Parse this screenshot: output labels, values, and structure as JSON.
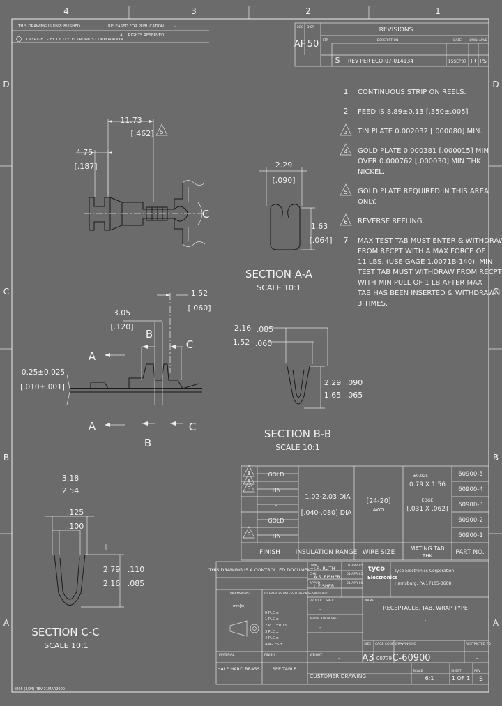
{
  "border": {
    "zones_top": [
      "4",
      "3",
      "2",
      "1"
    ],
    "zones_side": [
      "D",
      "C",
      "B",
      "A"
    ]
  },
  "header": {
    "line1": "THIS DRAWING IS UNPUBLISHED.",
    "line1b": "RELEASED FOR PUBLICATION",
    "line1c": "-",
    "line2": "COPYRIGHT   -   BY TYCO ELECTRONICS CORPORATION.",
    "line2b": "ALL RIGHTS RESERVED."
  },
  "revisions": {
    "title": "REVISIONS",
    "loc_label": "LOC",
    "loc_value": "AF",
    "dist_label": "DIST",
    "dist_value": "50",
    "col_ltr": "LTR",
    "col_desc": "DESCRIPTION",
    "col_date": "DATE",
    "col_dwn": "DWN",
    "col_apvd": "APVD",
    "row": {
      "ltr": "S",
      "desc": "REV PER ECO-07-014134",
      "date": "15SEP07",
      "dwn": "JR",
      "apvd": "PS"
    }
  },
  "notes": [
    {
      "num": "1",
      "flag": false,
      "text": [
        "CONTINUOUS STRIP ON REELS."
      ]
    },
    {
      "num": "2",
      "flag": false,
      "text": [
        "FEED IS 8.89±0.13 [.350±.005]"
      ]
    },
    {
      "num": "3",
      "flag": true,
      "text": [
        "TIN PLATE 0.002032 [.000080] MIN."
      ]
    },
    {
      "num": "4",
      "flag": true,
      "text": [
        "GOLD PLATE 0.000381 [.000015] MIN",
        "OVER 0.000762 [.000030] MIN THK",
        "NICKEL."
      ]
    },
    {
      "num": "5",
      "flag": true,
      "text": [
        "GOLD PLATE REQUIRED IN THIS AREA",
        "ONLY."
      ]
    },
    {
      "num": "6",
      "flag": true,
      "text": [
        "REVERSE REELING."
      ]
    },
    {
      "num": "7",
      "flag": false,
      "text": [
        "MAX TEST TAB MUST ENTER & WITHDRAW",
        "FROM RECPT WITH A MAX FORCE OF",
        "11 LBS. (USE GAGE 1.0071B-140). MIN",
        "TEST TAB MUST WITHDRAW FROM RECPT",
        "WITH MIN PULL OF 1 LB AFTER MAX",
        "TAB HAS BEEN INSERTED & WITHDRAWN",
        "3 TIMES."
      ]
    }
  ],
  "top_view": {
    "dim_a": "11.73",
    "dim_a_in": "[.462]",
    "dim_b": "4.75",
    "dim_b_in": "[.187]",
    "flag_num": "5",
    "cut": "C"
  },
  "section_aa": {
    "dim_w": "2.29",
    "dim_w_in": "[.090]",
    "dim_h": "1.63",
    "dim_h_in": "[.064]",
    "title": "SECTION A-A",
    "scale": "SCALE 10:1"
  },
  "side_view": {
    "dim_a": "1.52",
    "dim_a_in": "[.060]",
    "dim_b": "3.05",
    "dim_b_in": "[.120]",
    "dim_t": "0.25±0.025",
    "dim_t_in": "[.010±.001]",
    "cut_a": "A",
    "cut_b": "B",
    "cut_c": "C"
  },
  "section_bb": {
    "dim_top1": "2.16",
    "dim_top1_in": ".085",
    "dim_top2": "1.52",
    "dim_top2_in": ".060",
    "dim_h1": "2.29",
    "dim_h1_in": ".090",
    "dim_h2": "1.65",
    "dim_h2_in": ".065",
    "title": "SECTION B-B",
    "scale": "SCALE 10:1"
  },
  "section_cc": {
    "dim_top1": "3.18",
    "dim_top2": "2.54",
    "dim_top1_in": ".125",
    "dim_top2_in": ".100",
    "dim_h1": "2.79",
    "dim_h1_in": ".110",
    "dim_h2": "2.16",
    "dim_h2_in": ".085",
    "title": "SECTION C-C",
    "scale": "SCALE 10:1"
  },
  "tab_table": {
    "rows": [
      {
        "flag1": "3",
        "flag2": "4",
        "finish": "GOLD",
        "part": "60900-5"
      },
      {
        "flag1": "3",
        "flag2": "",
        "finish": "TIN",
        "part": "60900-4"
      },
      {
        "flag1": "",
        "flag2": "",
        "finish": "-",
        "part": "60900-3"
      },
      {
        "flag1": "",
        "flag2": "",
        "finish": "GOLD",
        "part": "60900-2"
      },
      {
        "flag1": "3",
        "flag2": "",
        "finish": "TIN",
        "part": "60900-1"
      }
    ],
    "insulation_mm": "1.02-2.03 DIA",
    "insulation_in": "[.040-.080] DIA",
    "wire_size": "[24-20]",
    "wire_unit": "AWG",
    "tab1_in": "±0.025",
    "tab1": "0.79 X 1.56",
    "tab2_in": "EDGE",
    "tab2": "[.031 X .062]",
    "h_finish": "FINISH",
    "h_insulation": "INSULATION RANGE",
    "h_wire": "WIRE SIZE",
    "h_tab": "MATING TAB",
    "h_tab2": "THK",
    "h_part": "PART NO."
  },
  "title_block": {
    "controlled": "THIS DRAWING IS A CONTROLLED DOCUMENT.",
    "dwn_label": "DWN",
    "dwn_date": "01-APR-05",
    "dwn_name": "J.R. RUTH",
    "chk_label": "CHK",
    "chk_date": "01-APR-05",
    "chk_name": "A.S. FISHER",
    "appvd_label": "APPVD",
    "appvd_date": "01-APR-05",
    "appvd_name": "J. FISHER",
    "dims_label": "DIMENSIONS:",
    "dims_value": "mm[in]",
    "tol_label": "TOLERANCES UNLESS OTHERWISE SPECIFIED:",
    "tols": [
      "0 PLC ±",
      "1 PLC ±",
      "2 PLC ±0.13",
      "3 PLC ±",
      "4 PLC ±",
      "ANGLES ±"
    ],
    "prod_spec": "PRODUCT SPEC",
    "prod_spec_val": "-",
    "app_spec": "APPLICATION SPEC",
    "app_spec_val": "-",
    "weight": "WEIGHT",
    "weight_val": "-",
    "material_label": "MATERIAL",
    "material": "HALF HARD BRASS",
    "finish_label": "FINISH",
    "finish": "SEE TABLE",
    "company": "Tyco Electronics Corporation",
    "city": "Harrisburg, PA 17105-3608",
    "logo1": "tyco",
    "logo2": "Electronics",
    "name_label": "NAME",
    "title_line1": "RECEPTACLE, TAB, WRAP TYPE",
    "title_line2": "-",
    "title_line3": "-",
    "size_label": "SIZE",
    "cage_label": "CAGE CODE",
    "dwg_label": "DRAWING NO",
    "rest_label": "RESTRICTED TO",
    "size": "A3",
    "cage": "00779",
    "dwg": "C-60900",
    "rest": "-",
    "customer": "CUSTOMER DRAWING",
    "scale_label": "SCALE",
    "scale": "6:1",
    "sheet_label": "SHEET",
    "sheet": "1 OF 1",
    "rev_label": "REV",
    "rev": "S"
  },
  "footer": "4805 (3/94) REV 31MAR2000"
}
